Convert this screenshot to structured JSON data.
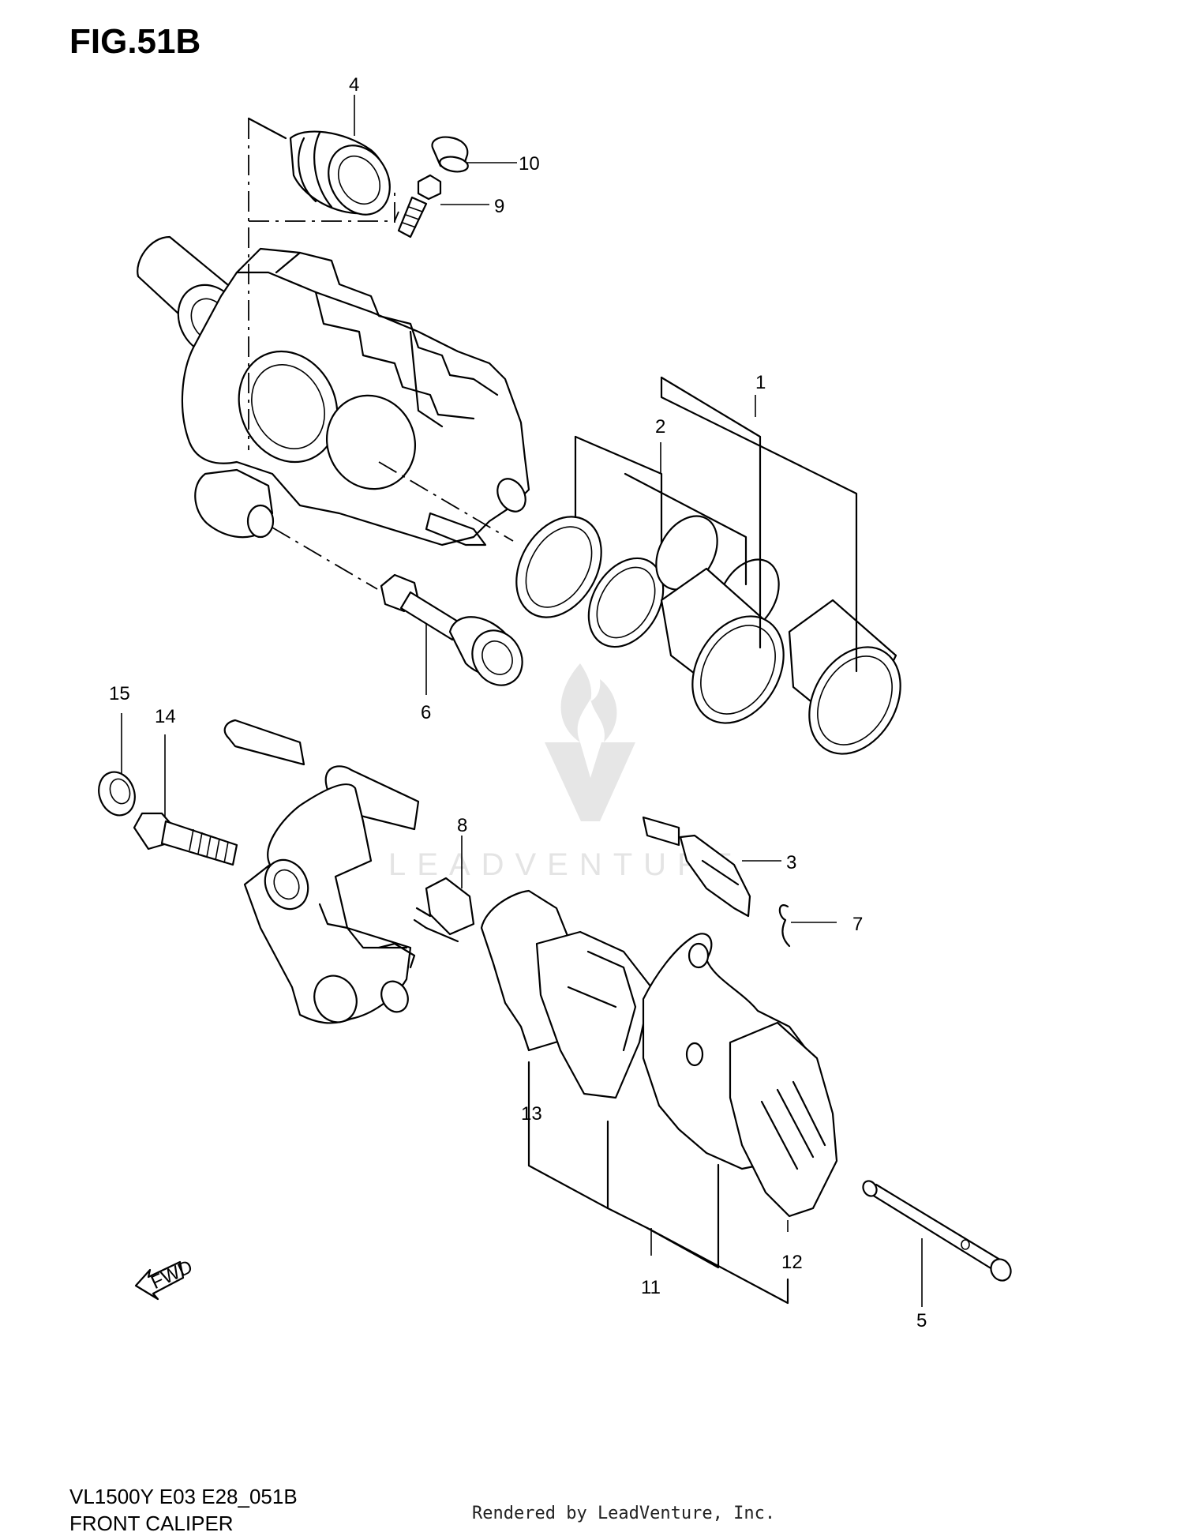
{
  "figure": {
    "title": "FIG.51B"
  },
  "footer": {
    "model_code": "VL1500Y E03 E28_051B",
    "section_name": "FRONT CALIPER",
    "render_credit": "Rendered by LeadVenture, Inc."
  },
  "watermark": {
    "text": "LEADVENTURE"
  },
  "fwd_arrow": {
    "label": "FWD"
  },
  "callouts": [
    "1",
    "2",
    "3",
    "4",
    "5",
    "6",
    "7",
    "8",
    "9",
    "10",
    "11",
    "12",
    "13",
    "14",
    "15"
  ]
}
